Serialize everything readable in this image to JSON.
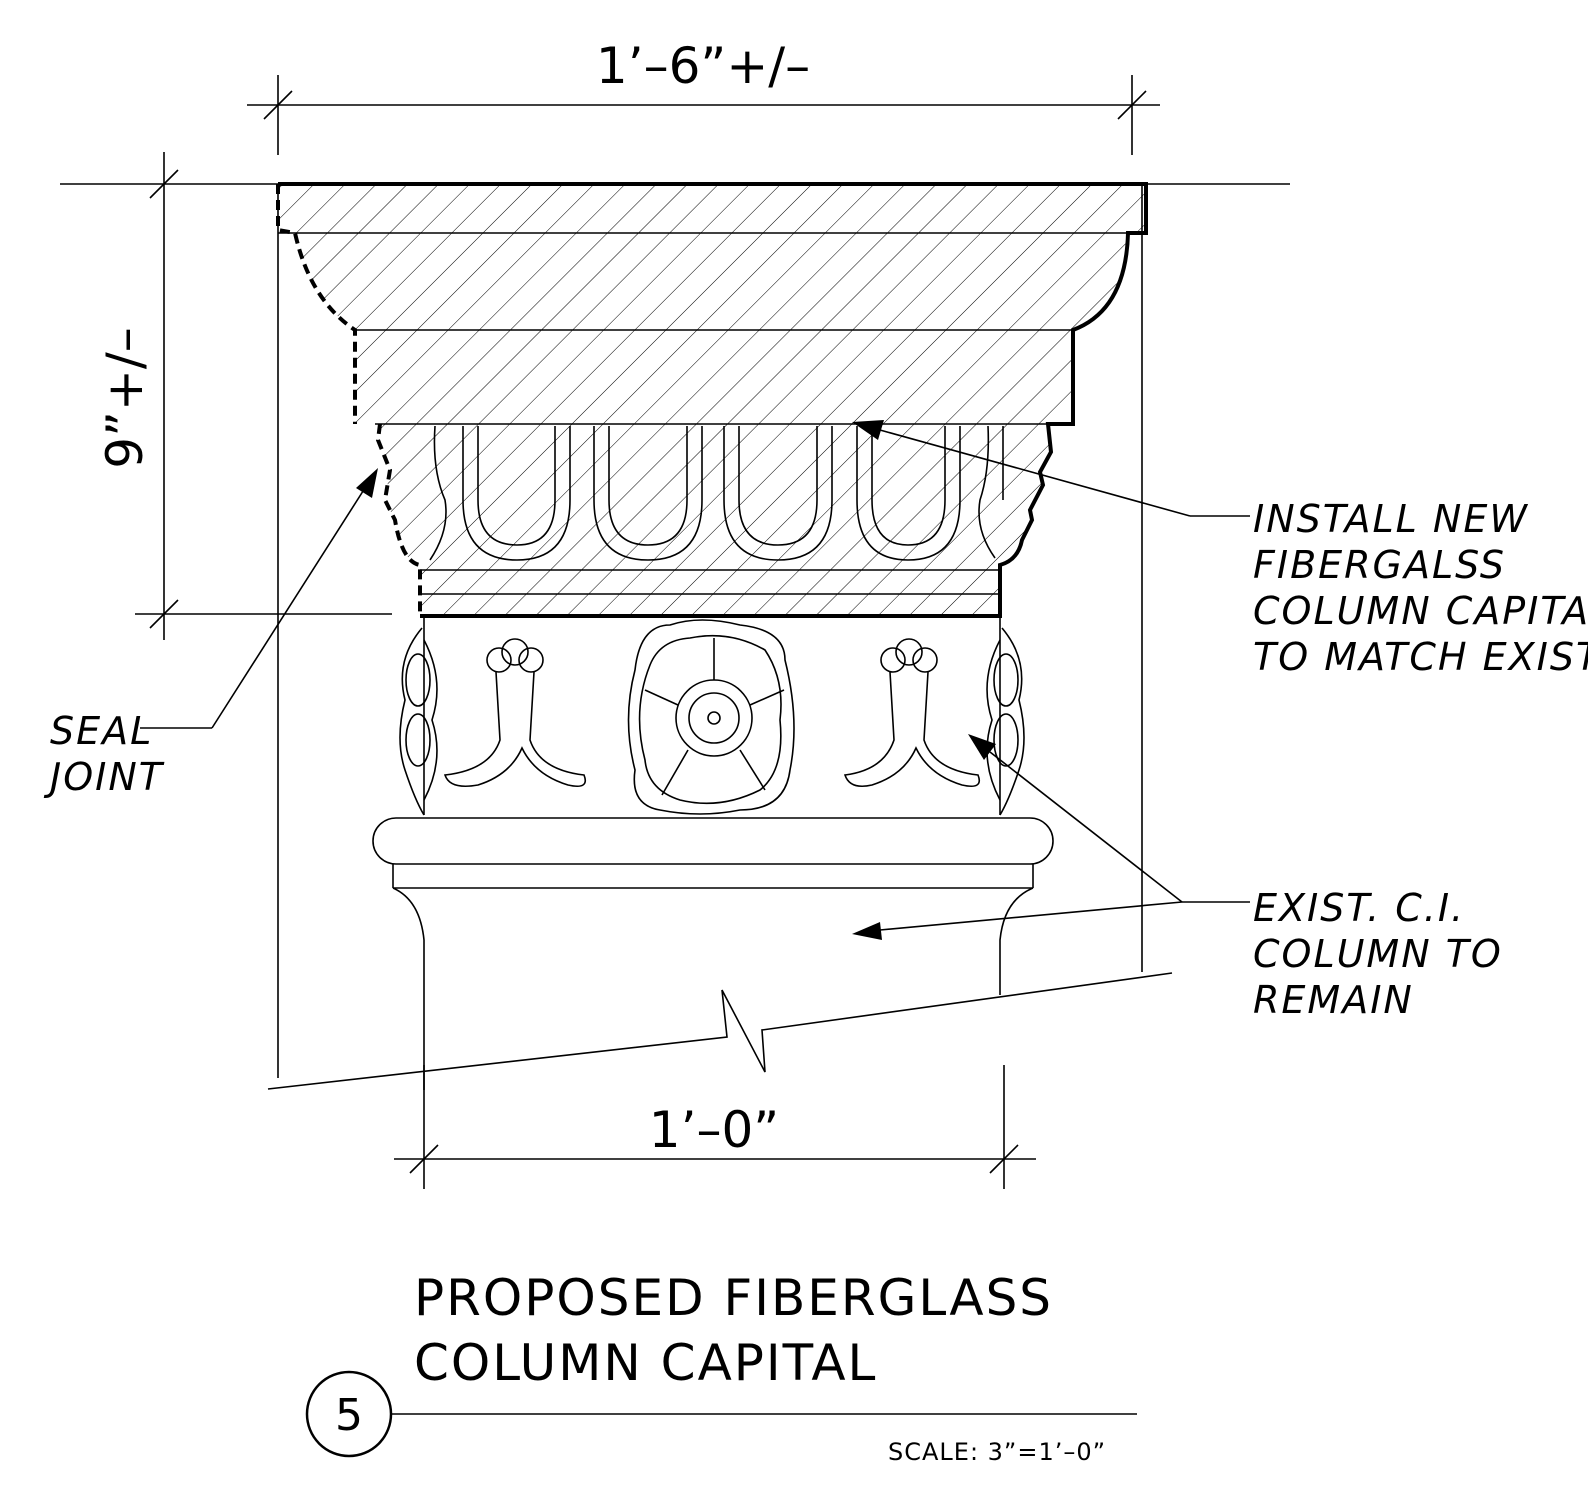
{
  "dimensions": {
    "top_width": "1’–6”+/–",
    "height": "9”+/–",
    "bottom_width": "1’–0”"
  },
  "notes": {
    "install_new": [
      "INSTALL NEW",
      "FIBERGALSS",
      "COLUMN CAPITAL",
      "TO MATCH EXIST"
    ],
    "existing_column": [
      "EXIST. C.I.",
      "COLUMN TO",
      "REMAIN"
    ],
    "seal_joint": [
      "SEAL",
      "JOINT"
    ]
  },
  "title": {
    "line1": "PROPOSED FIBERGLASS",
    "line2": "COLUMN CAPITAL",
    "detail_number": "5",
    "scale": "SCALE:  3”=1’–0”"
  }
}
